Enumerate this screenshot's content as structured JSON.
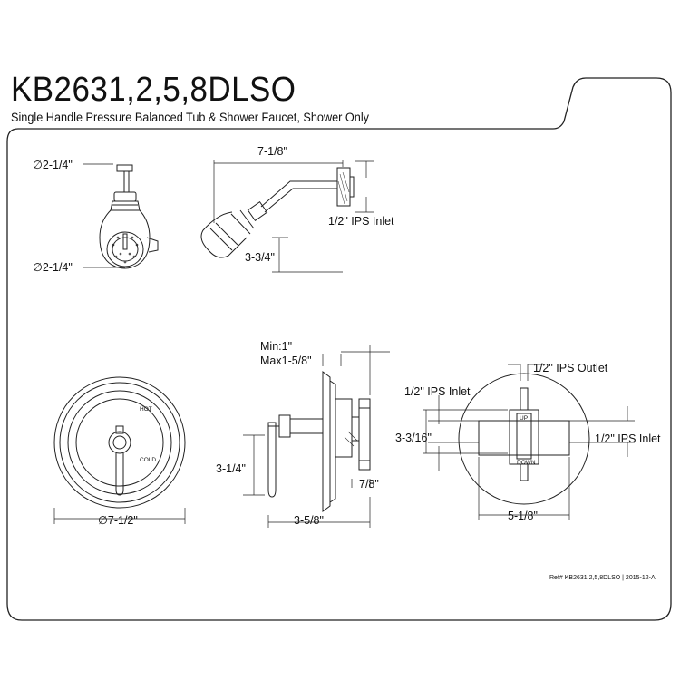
{
  "header": {
    "model": "KB2631,2,5,8DLSO",
    "description": "Single Handle Pressure Balanced Tub & Shower Faucet, Shower Only"
  },
  "showerhead": {
    "dia_top": "∅2-1/4\"",
    "dia_bottom": "∅2-1/4\""
  },
  "arm": {
    "length": "7-1/8\"",
    "drop": "3-3/4\"",
    "inlet": "1/2\" IPS Inlet"
  },
  "valve_side": {
    "min": "Min:1\"",
    "max": "Max1-5/8\"",
    "handle_height": "3-1/4\"",
    "body_depth": "7/8\"",
    "projection": "3-5/8\""
  },
  "valve_front": {
    "hot": "HOT",
    "cold": "COLD",
    "diameter": "∅7-1/2\""
  },
  "valve_back": {
    "outlet": "1/2\" IPS Outlet",
    "inlet_left": "1/2\" IPS Inlet",
    "inlet_right": "1/2\" IPS Inlet",
    "height": "3-3/16\"",
    "width": "5-1/8\"",
    "up": "UP",
    "down": "DOWN"
  },
  "footer": {
    "ref": "Ref# KB2631,2,5,8DLSO | 2015-12-A"
  }
}
